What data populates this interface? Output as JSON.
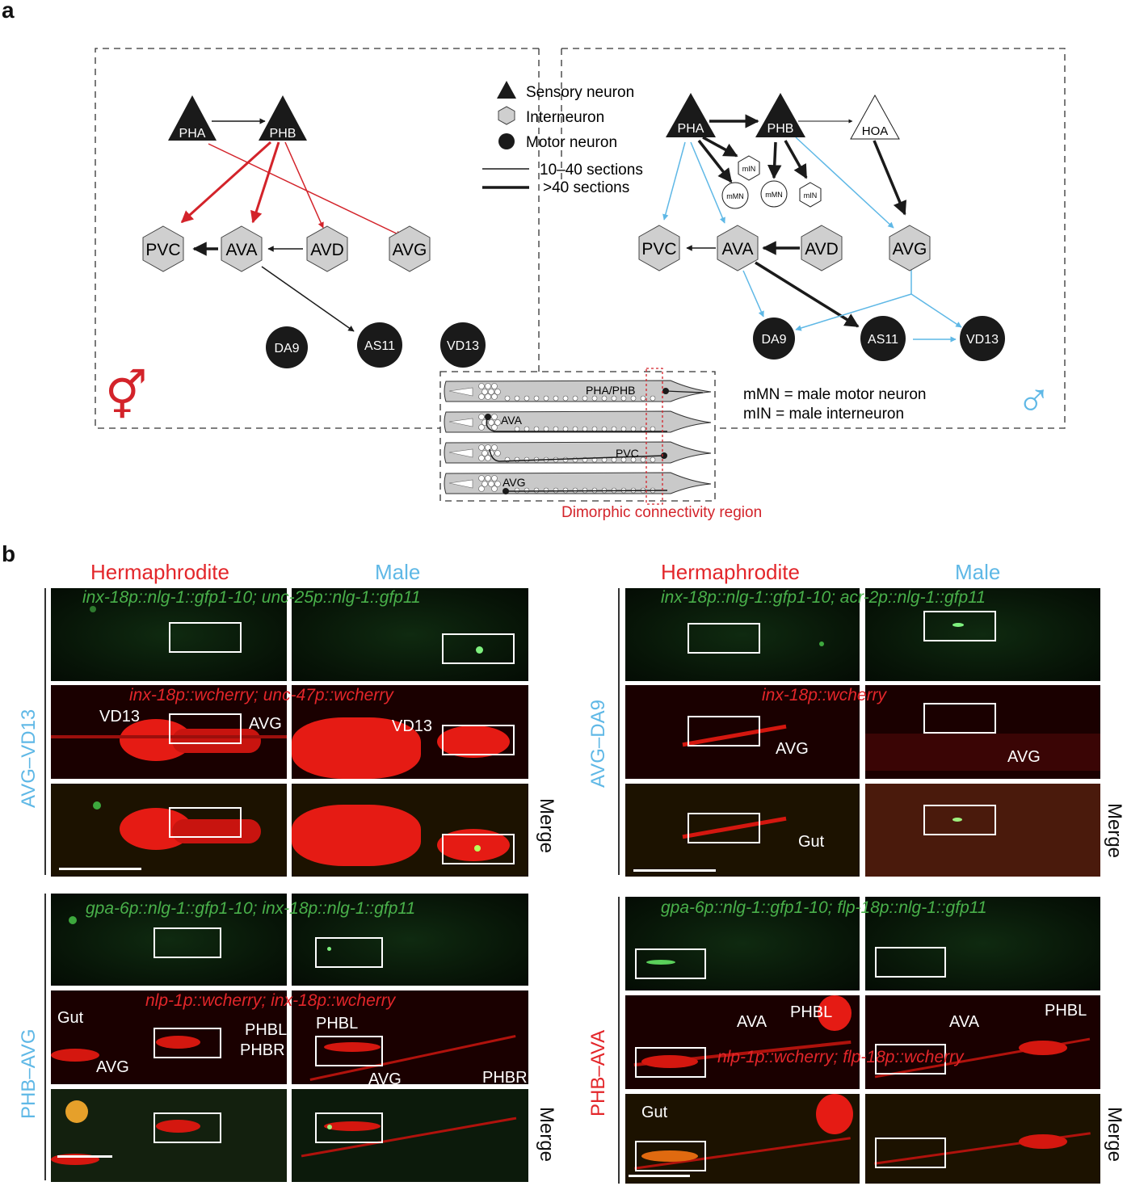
{
  "panel_a": {
    "label": "a",
    "legend": {
      "sensory": "Sensory neuron",
      "inter": "Interneuron",
      "motor": "Motor neuron",
      "thin": "10–40 sections",
      "thick": ">40 sections"
    },
    "herm_nodes": {
      "pha": "PHA",
      "phb": "PHB",
      "pvc": "PVC",
      "ava": "AVA",
      "avd": "AVD",
      "avg": "AVG",
      "da9": "DA9",
      "as11": "AS11",
      "vd13": "VD13"
    },
    "male_nodes": {
      "pha": "PHA",
      "phb": "PHB",
      "hoa": "HOA",
      "min1": "mIN",
      "min2": "mIN",
      "mmn1": "mMN",
      "mmn2": "mMN",
      "pvc": "PVC",
      "ava": "AVA",
      "avd": "AVD",
      "avg": "AVG",
      "da9": "DA9",
      "as11": "AS11",
      "vd13": "VD13"
    },
    "abbrev": {
      "mmn": "mMN = male motor neuron",
      "min": "mIN = male interneuron"
    },
    "worms": [
      "PHA/PHB",
      "AVA",
      "PVC",
      "AVG"
    ],
    "region_label": "Dimorphic connectivity region",
    "herm_symbol": "⚥",
    "male_symbol": "♂",
    "colors": {
      "herm_edge": "#d3232a",
      "male_edge": "#5fb8e6",
      "black": "#1a1a1a"
    }
  },
  "panel_b": {
    "label": "b",
    "headers": {
      "h1": "Hermaphrodite",
      "m1": "Male",
      "h2": "Hermaphrodite",
      "m2": "Male"
    },
    "merge": "Merge",
    "avg_vd13": {
      "row_label": "AVG–VD13",
      "green": "inx-18p::nlg-1::gfp1-10; unc-25p::nlg-1::gfp11",
      "red": "inx-18p::wcherry; unc-47p::wcherry",
      "labels": {
        "vd13_h": "VD13",
        "avg_h": "AVG",
        "vd13_m": "VD13"
      }
    },
    "avg_da9": {
      "row_label": "AVG–DA9",
      "green": "inx-18p::nlg-1::gfp1-10; acr-2p::nlg-1::gfp11",
      "red": "inx-18p::wcherry",
      "labels": {
        "avg_h": "AVG",
        "avg_m": "AVG",
        "gut": "Gut"
      }
    },
    "phb_avg": {
      "row_label": "PHB–AVG",
      "green": "gpa-6p::nlg-1::gfp1-10; inx-18p::nlg-1::gfp11",
      "red": "nlp-1p::wcherry; inx-18p::wcherry",
      "labels": {
        "gut": "Gut",
        "avg_h": "AVG",
        "phbl_h": "PHBL",
        "phbr_h": "PHBR",
        "phbl_m": "PHBL",
        "avg_m": "AVG",
        "phbr_m": "PHBR"
      }
    },
    "phb_ava": {
      "row_label": "PHB–AVA",
      "green": "gpa-6p::nlg-1::gfp1-10; flp-18p::nlg-1::gfp11",
      "red": "nlp-1p::wcherry; flp-18p::wcherry",
      "labels": {
        "ava_h": "AVA",
        "phbl_h": "PHBL",
        "ava_m": "AVA",
        "phbl_m": "PHBL",
        "gut": "Gut"
      }
    },
    "colors": {
      "green_text": "#49b04a",
      "red_text": "#e3262a",
      "blue_text": "#5fb8e6"
    }
  }
}
